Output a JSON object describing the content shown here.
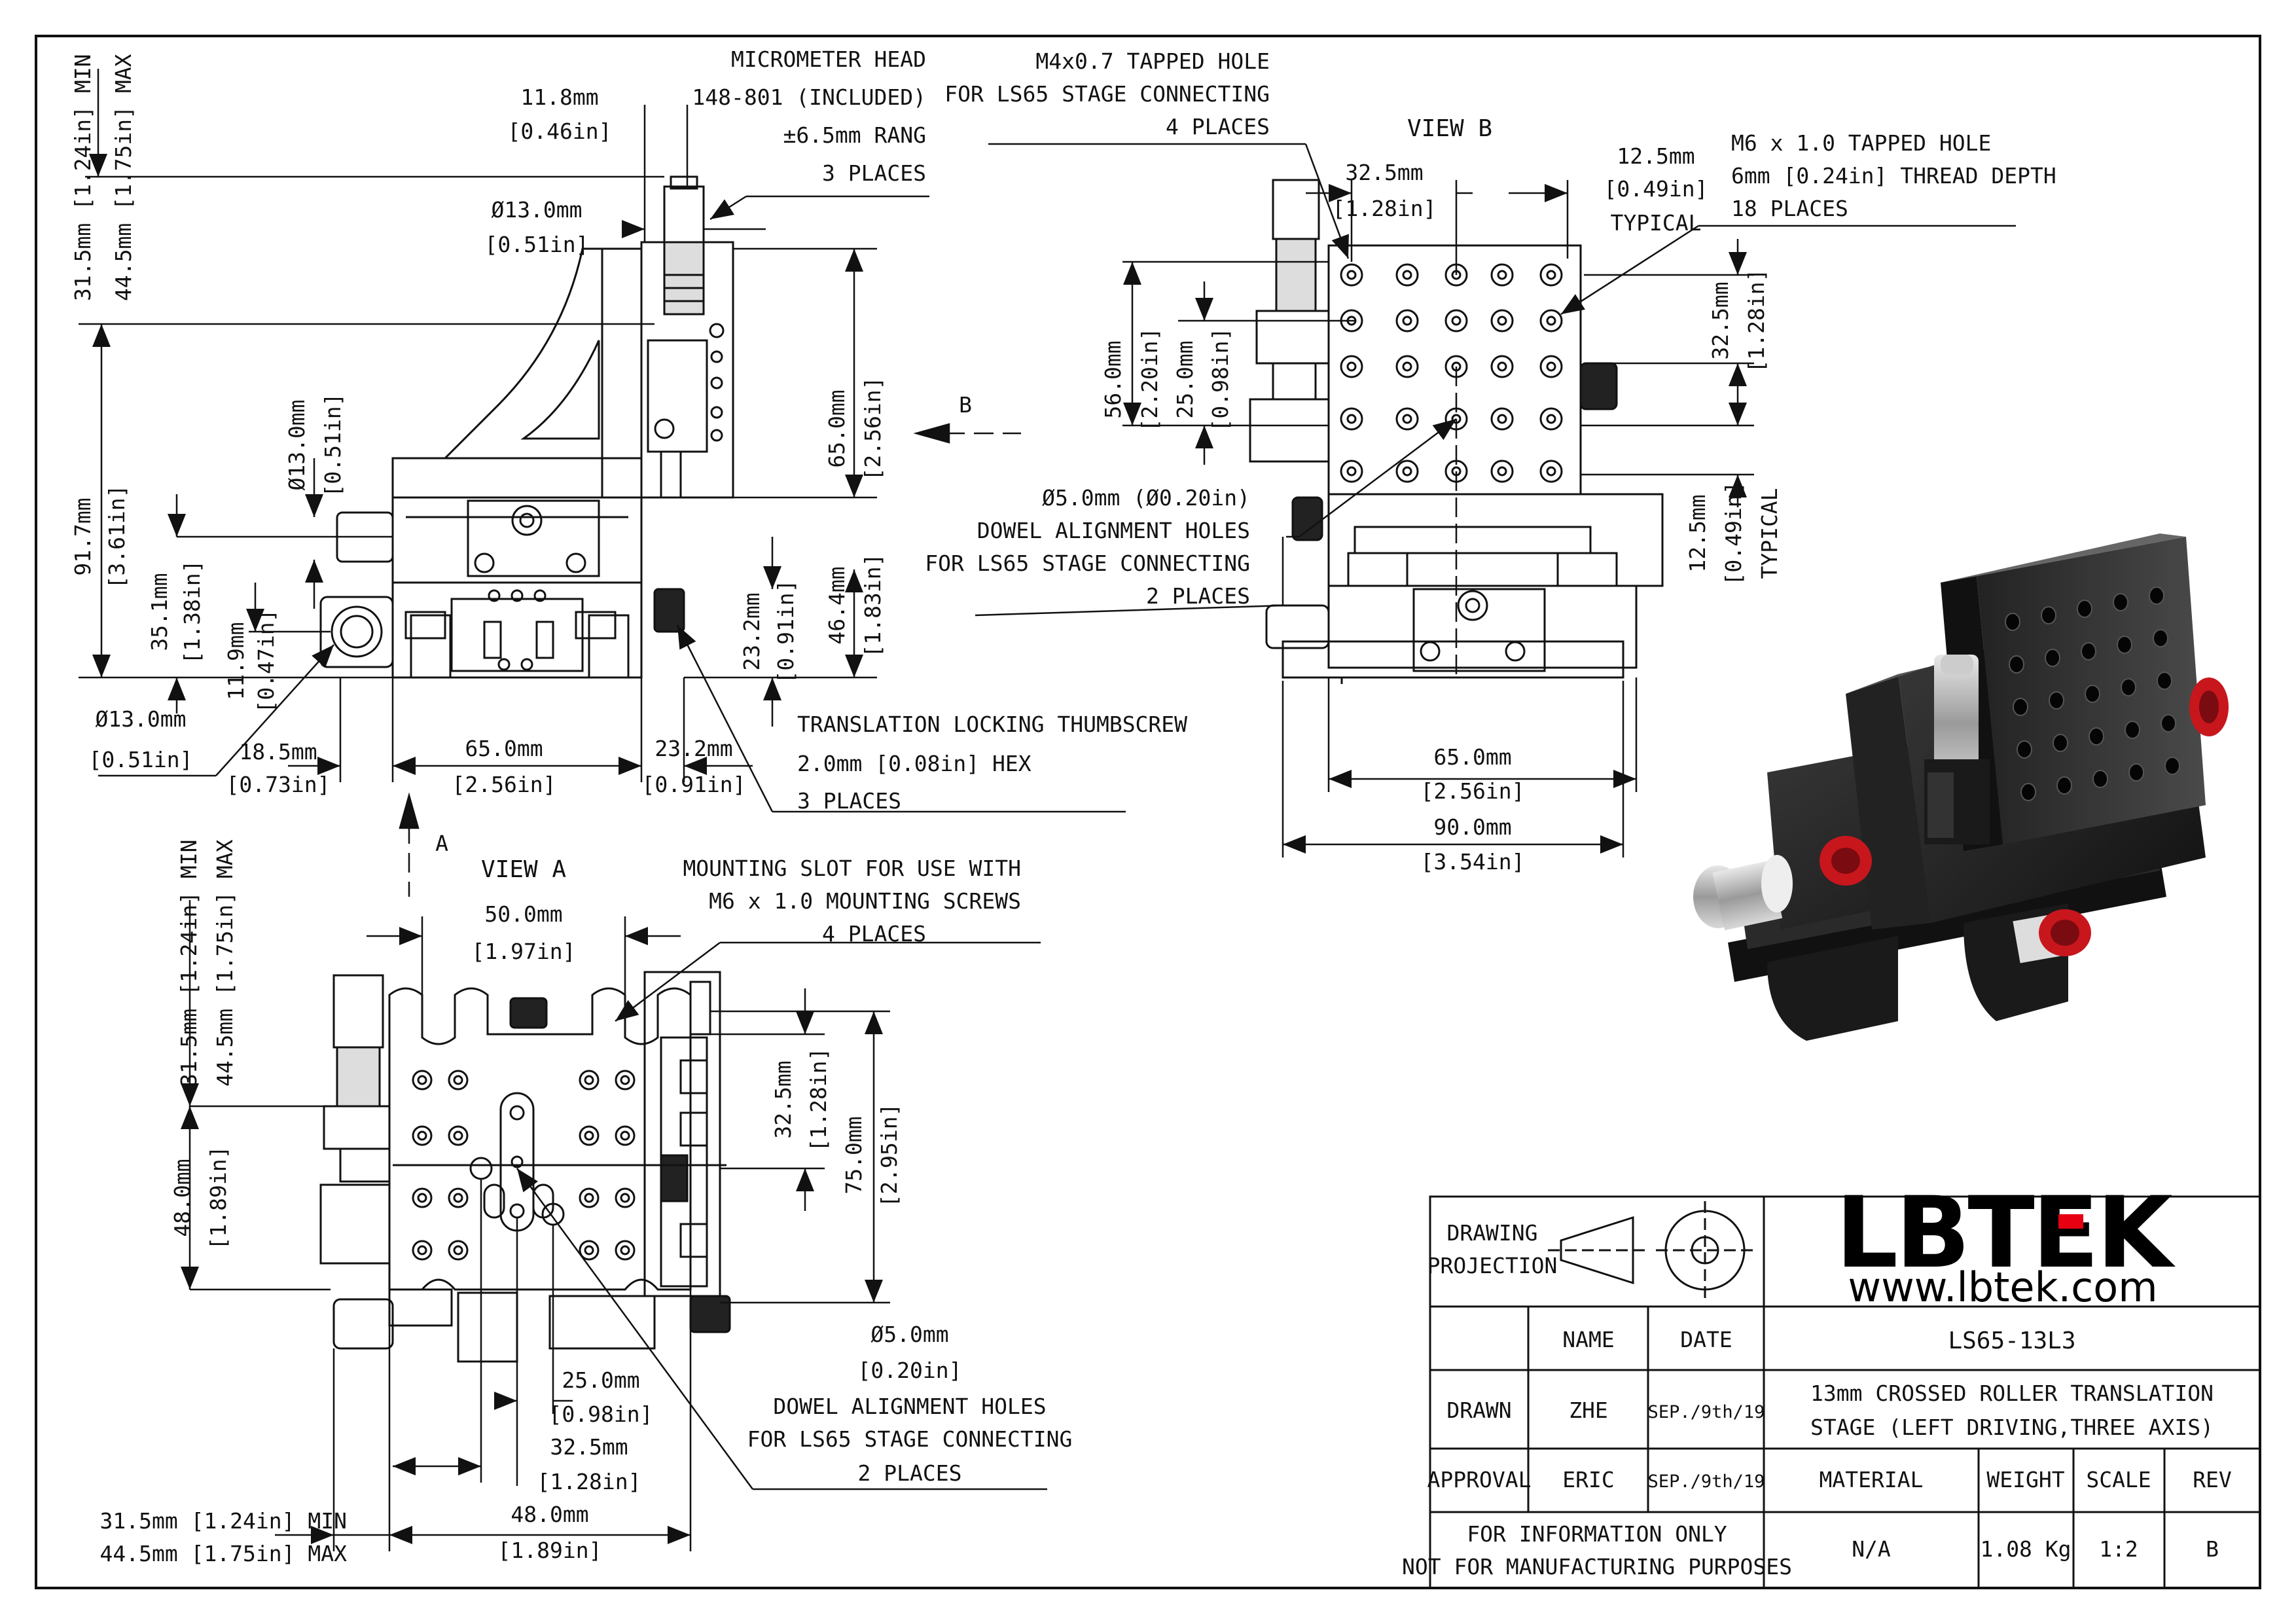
{
  "views": {
    "view_a_label": "VIEW A",
    "view_b_label": "VIEW B",
    "arrow_a": "A",
    "arrow_b": "B"
  },
  "front_view": {
    "micrometer_callout": [
      "MICROMETER HEAD",
      "148-801 (INCLUDED)",
      "±6.5mm RANG",
      "3 PLACES"
    ],
    "dim_11_8": [
      "11.8mm",
      "[0.46in]"
    ],
    "dim_dia13_top": [
      "Ø13.0mm",
      "[0.51in]"
    ],
    "dim_31_5_44_5": [
      "31.5mm [1.24in] MIN",
      "44.5mm [1.75in] MAX"
    ],
    "dim_91_7": [
      "91.7mm",
      "[3.61in]"
    ],
    "dim_dia13_mid": [
      "Ø13.0mm",
      "[0.51in]"
    ],
    "dim_35_1": [
      "35.1mm",
      "[1.38in]"
    ],
    "dim_11_9": [
      "11.9mm",
      "[0.47in]"
    ],
    "dim_65_v": [
      "65.0mm",
      "[2.56in]"
    ],
    "dim_46_4": [
      "46.4mm",
      "[1.83in]"
    ],
    "dim_23_2_v": [
      "23.2mm",
      "[0.91in]"
    ],
    "dim_dia13_bottom": [
      "Ø13.0mm",
      "[0.51in]"
    ],
    "dim_18_5": [
      "18.5mm",
      "[0.73in]"
    ],
    "dim_65_h": [
      "65.0mm",
      "[2.56in]"
    ],
    "dim_23_2_h": [
      "23.2mm",
      "[0.91in]"
    ],
    "thumbscrew_callout": [
      "TRANSLATION LOCKING THUMBSCREW",
      "2.0mm [0.08in] HEX",
      "3 PLACES"
    ]
  },
  "view_b": {
    "m4_callout": [
      "M4x0.7 TAPPED HOLE",
      "FOR LS65 STAGE CONNECTING",
      "4 PLACES"
    ],
    "dim_32_5_top": [
      "32.5mm",
      "[1.28in]"
    ],
    "dim_12_5_top": [
      "12.5mm",
      "[0.49in]",
      "TYPICAL"
    ],
    "m6_callout": [
      "M6 x 1.0 TAPPED HOLE",
      "6mm [0.24in] THREAD DEPTH",
      "18 PLACES"
    ],
    "dim_56": [
      "56.0mm",
      "[2.20in]"
    ],
    "dim_25": [
      "25.0mm",
      "[0.98in]"
    ],
    "dim_32_5_right": [
      "32.5mm",
      "[1.28in]"
    ],
    "dim_12_5_right": [
      "12.5mm",
      "[0.49in]",
      "TYPICAL"
    ],
    "dowel_callout": [
      "Ø5.0mm (Ø0.20in)",
      "DOWEL ALIGNMENT HOLES",
      "FOR LS65 STAGE CONNECTING",
      "2 PLACES"
    ],
    "dim_65": [
      "65.0mm",
      "[2.56in]"
    ],
    "dim_90": [
      "90.0mm",
      "[3.54in]"
    ]
  },
  "view_a": {
    "dim_50": [
      "50.0mm",
      "[1.97in]"
    ],
    "slot_callout": [
      "MOUNTING SLOT FOR USE WITH",
      "M6 x 1.0 MOUNTING SCREWS",
      "4 PLACES"
    ],
    "dim_31_5_44_5": [
      "31.5mm [1.24in] MIN",
      "44.5mm [1.75in] MAX"
    ],
    "dim_48_v": [
      "48.0mm",
      "[1.89in]"
    ],
    "dim_32_5_v": [
      "32.5mm",
      "[1.28in]"
    ],
    "dim_75": [
      "75.0mm",
      "[2.95in]"
    ],
    "dowel_callout": [
      "Ø5.0mm",
      "[0.20in]",
      "DOWEL ALIGNMENT HOLES",
      "FOR LS65 STAGE CONNECTING",
      "2 PLACES"
    ],
    "dim_25": [
      "25.0mm",
      "[0.98in]"
    ],
    "dim_32_5_h": [
      "32.5mm",
      "[1.28in]"
    ],
    "dim_48_h": [
      "48.0mm",
      "[1.89in]"
    ],
    "dim_bottom_range": [
      "31.5mm [1.24in] MIN",
      "44.5mm [1.75in] MAX"
    ]
  },
  "title_block": {
    "projection_label": [
      "DRAWING",
      "PROJECTION"
    ],
    "logo": "LBTEK",
    "website": "www.lbtek.com",
    "col_name": "NAME",
    "col_date": "DATE",
    "part_number": "LS65-13L3",
    "drawn_label": "DRAWN",
    "drawn_name": "ZHE",
    "drawn_date": "SEP./9th/19",
    "description": [
      "13mm CROSSED ROLLER TRANSLATION",
      "STAGE (LEFT DRIVING,THREE AXIS)"
    ],
    "approval_label": "APPROVAL",
    "approval_name": "ERIC",
    "approval_date": "SEP./9th/19",
    "material_label": "MATERIAL",
    "weight_label": "WEIGHT",
    "scale_label": "SCALE",
    "rev_label": "REV",
    "disclaimer": [
      "FOR INFORMATION ONLY",
      "NOT FOR MANUFACTURING PURPOSES"
    ],
    "material": "N/A",
    "weight": "1.08 Kg",
    "scale": "1:2",
    "rev": "B"
  },
  "colors": {
    "line": "#111111",
    "accent": "#e60012",
    "metal_dark": "#1a1a1a"
  }
}
